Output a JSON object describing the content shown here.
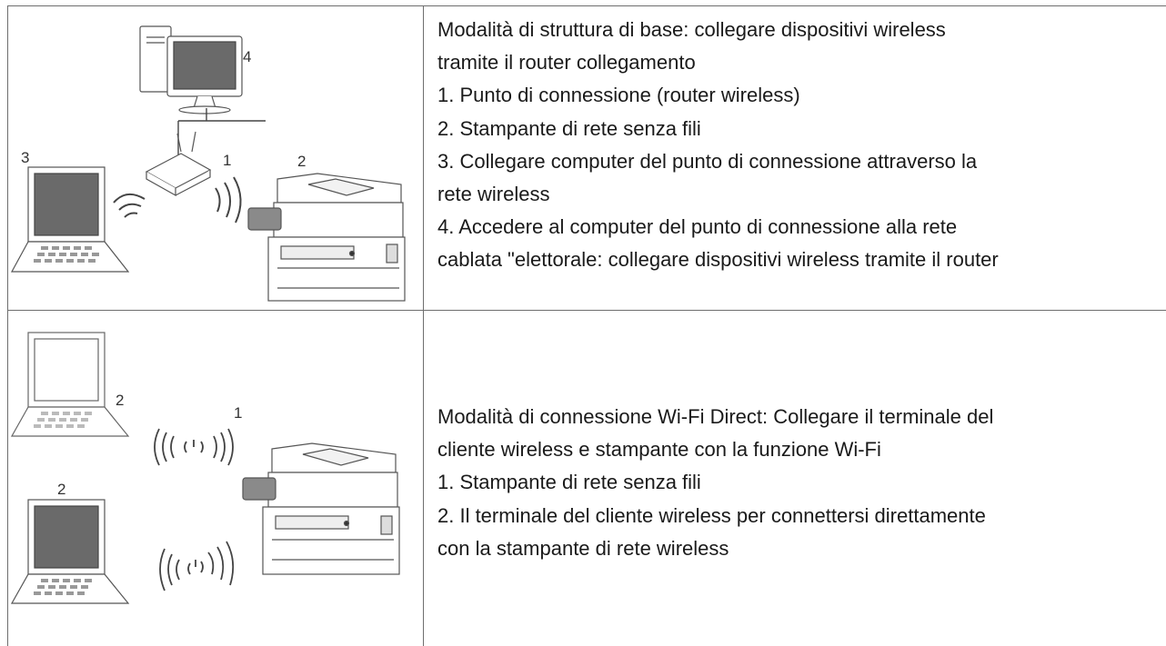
{
  "rows": [
    {
      "lines": [
        "Modalità di struttura di base: collegare dispositivi wireless",
        "tramite il router collegamento",
        "1. Punto di connessione (router wireless)",
        "2. Stampante di rete senza fili",
        "3. Collegare computer del punto di connessione attraverso la",
        "rete wireless",
        "4. Accedere al computer del punto di connessione alla rete",
        "cablata \"elettorale: collegare dispositivi wireless tramite il router"
      ],
      "figure_labels": {
        "router": "1",
        "printer": "2",
        "laptop": "3",
        "desktop": "4"
      }
    },
    {
      "lines": [
        "Modalità di connessione Wi-Fi Direct: Collegare il terminale del",
        "cliente wireless e stampante con la funzione Wi-Fi",
        "1. Stampante di rete senza fili",
        "2. Il terminale del cliente wireless per connettersi direttamente",
        "con la stampante di rete wireless"
      ],
      "figure_labels": {
        "printer": "1",
        "laptop_top": "2",
        "laptop_bottom": "2"
      }
    }
  ]
}
